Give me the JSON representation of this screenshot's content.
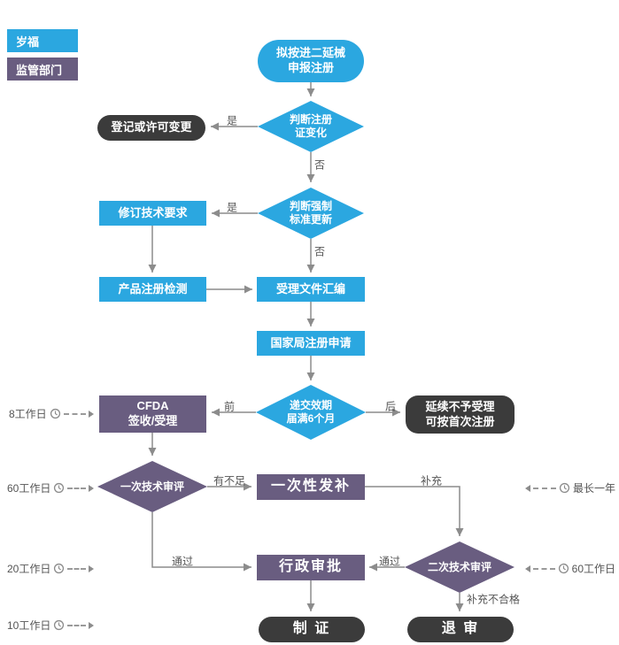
{
  "colors": {
    "applicant_blue": "#2ba7e0",
    "regulator_purple": "#695d80",
    "terminal_dark": "#3b3b3b",
    "arrow_gray": "#8c8c8c"
  },
  "legend": {
    "applicant": "岁福",
    "regulator": "监管部门"
  },
  "nodes": {
    "start": "拟按进二延械\n申报注册",
    "cert_change_check": "判断注册\n证变化",
    "reg_or_license_change": "登记或许可变更",
    "standard_update_check": "判断强制\n标准更新",
    "revise_tech_requirements": "修订技术要求",
    "product_registration_testing": "产品注册检测",
    "acceptance_file_compilation": "受理文件汇编",
    "national_bureau_application": "国家局注册申请",
    "submission_deadline_check": "递交效期\n届满6个月",
    "cfda_sign_accept": "CFDA\n签收/受理",
    "renewal_not_accepted": "延续不予受理\n可按首次注册",
    "first_technical_review": "一次技术审评",
    "one_time_supplement": "一次性发补",
    "second_technical_review": "二次技术审评",
    "administrative_approval": "行政审批",
    "issue_certificate": "制 证",
    "return_review": "退 审"
  },
  "edge_labels": {
    "cert_change_yes": "是",
    "cert_change_no": "否",
    "standard_update_yes": "是",
    "standard_update_no": "否",
    "deadline_before": "前",
    "deadline_after": "后",
    "insufficient": "有不足",
    "supplement": "补充",
    "first_review_pass": "通过",
    "second_review_pass": "通过",
    "supplement_unqualified": "补充不合格"
  },
  "timings": {
    "left": [
      {
        "label": "8工作日"
      },
      {
        "label": "60工作日"
      },
      {
        "label": "20工作日"
      },
      {
        "label": "10工作日"
      }
    ],
    "right": [
      {
        "label": "最长一年"
      },
      {
        "label": "60工作日"
      }
    ]
  }
}
